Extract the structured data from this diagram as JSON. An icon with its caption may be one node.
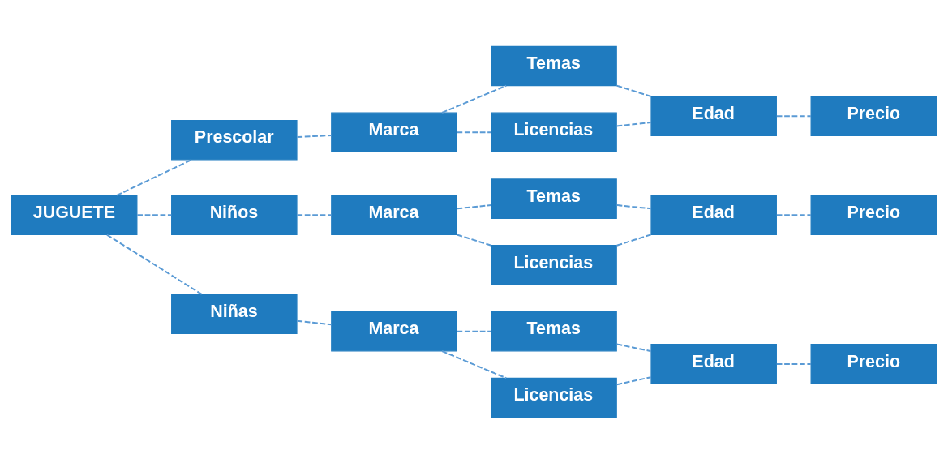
{
  "diagram": {
    "nodes": [
      {
        "text": [
          "JUGUETE"
        ]
      },
      {
        "text": [
          "Prescolar"
        ]
      },
      {
        "text": [
          "Marca"
        ]
      },
      {
        "text": [
          "Temas"
        ]
      },
      {
        "text": [
          "Licencias"
        ]
      },
      {
        "text": [
          "Edad"
        ]
      },
      {
        "text": [
          "Precio"
        ]
      },
      {
        "text": [
          "Niños"
        ]
      },
      {
        "text": [
          "Marca"
        ]
      },
      {
        "text": [
          "Temas"
        ]
      },
      {
        "text": [
          "Licencias"
        ]
      },
      {
        "text": [
          "Edad"
        ]
      },
      {
        "text": [
          "Precio"
        ]
      },
      {
        "text": [
          "Niñas"
        ]
      },
      {
        "text": [
          "Marca"
        ]
      },
      {
        "text": [
          "Temas"
        ]
      },
      {
        "text": [
          "Licencias"
        ]
      },
      {
        "text": [
          "Edad"
        ]
      },
      {
        "text": [
          "Precio"
        ]
      }
    ],
    "edges": [
      {
        "from": 0,
        "to": 1,
        "arrow": "none",
        "style": "dashed"
      },
      {
        "from": 1,
        "to": 2,
        "arrow": "none",
        "style": "dashed"
      },
      {
        "from": 2,
        "to": 3,
        "arrow": "none",
        "style": "dashed"
      },
      {
        "from": 2,
        "to": 4,
        "arrow": "none",
        "style": "dashed"
      },
      {
        "from": 3,
        "to": 5,
        "arrow": "none",
        "style": "dashed"
      },
      {
        "from": 4,
        "to": 5,
        "arrow": "none",
        "style": "dashed"
      },
      {
        "from": 5,
        "to": 6,
        "arrow": "none",
        "style": "dashed"
      },
      {
        "from": 0,
        "to": 7,
        "arrow": "none",
        "style": "dashed"
      },
      {
        "from": 7,
        "to": 8,
        "arrow": "none",
        "style": "dashed"
      },
      {
        "from": 8,
        "to": 9,
        "arrow": "none",
        "style": "dashed"
      },
      {
        "from": 8,
        "to": 10,
        "arrow": "none",
        "style": "dashed"
      },
      {
        "from": 9,
        "to": 11,
        "arrow": "none",
        "style": "dashed"
      },
      {
        "from": 10,
        "to": 11,
        "arrow": "none",
        "style": "dashed"
      },
      {
        "from": 11,
        "to": 12,
        "arrow": "none",
        "style": "dashed"
      },
      {
        "from": 0,
        "to": 13,
        "arrow": "none",
        "style": "dashed"
      },
      {
        "from": 13,
        "to": 14,
        "arrow": "none",
        "style": "dashed"
      },
      {
        "from": 14,
        "to": 15,
        "arrow": "none",
        "style": "dashed"
      },
      {
        "from": 14,
        "to": 16,
        "arrow": "none",
        "style": "dashed"
      },
      {
        "from": 15,
        "to": 17,
        "arrow": "none",
        "style": "dashed"
      },
      {
        "from": 16,
        "to": 17,
        "arrow": "none",
        "style": "dashed"
      },
      {
        "from": 17,
        "to": 18,
        "arrow": "none",
        "style": "dashed"
      }
    ]
  }
}
